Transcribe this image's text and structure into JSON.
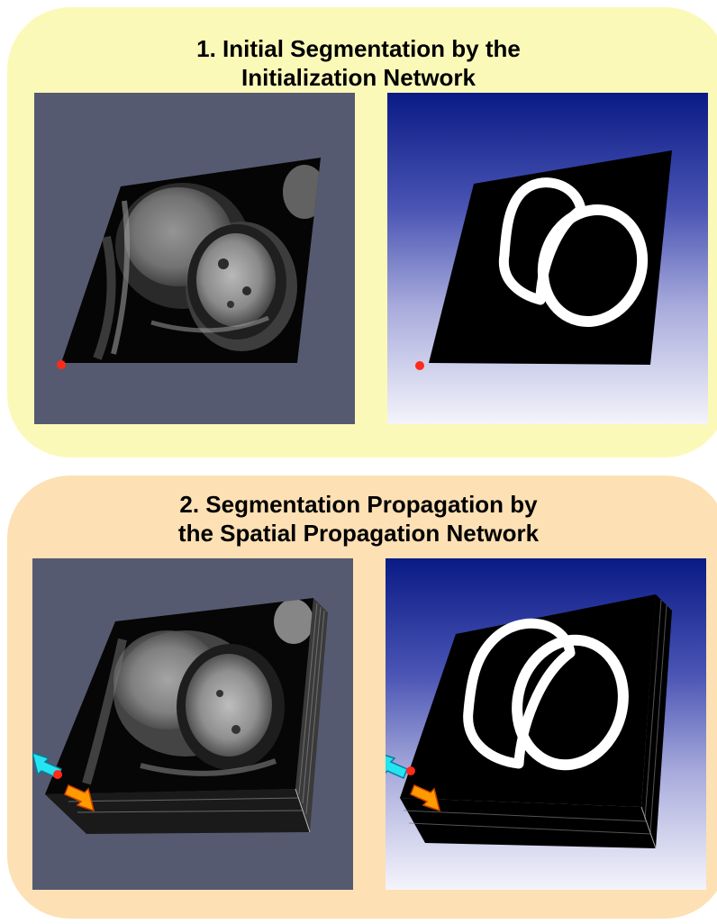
{
  "panels": [
    {
      "title_line1": "1. Initial Segmentation by the",
      "title_line2": "Initialization Network",
      "background": "#fbf9b8"
    },
    {
      "title_line1": "2. Segmentation Propagation by",
      "title_line2": "the Spatial Propagation Network",
      "background": "#fde0b4"
    }
  ],
  "colors": {
    "grey_view": "#565a70",
    "blue_view_top": "#0a1a86",
    "blue_view_bottom": "#f4f4fb",
    "marker": "#ff2a1a",
    "arrow_cyan": "#24e4f2",
    "arrow_orange": "#ff9a00"
  },
  "icons": [
    "mri-slice-view",
    "segmentation-mask-view",
    "origin-marker",
    "propagation-arrows"
  ]
}
